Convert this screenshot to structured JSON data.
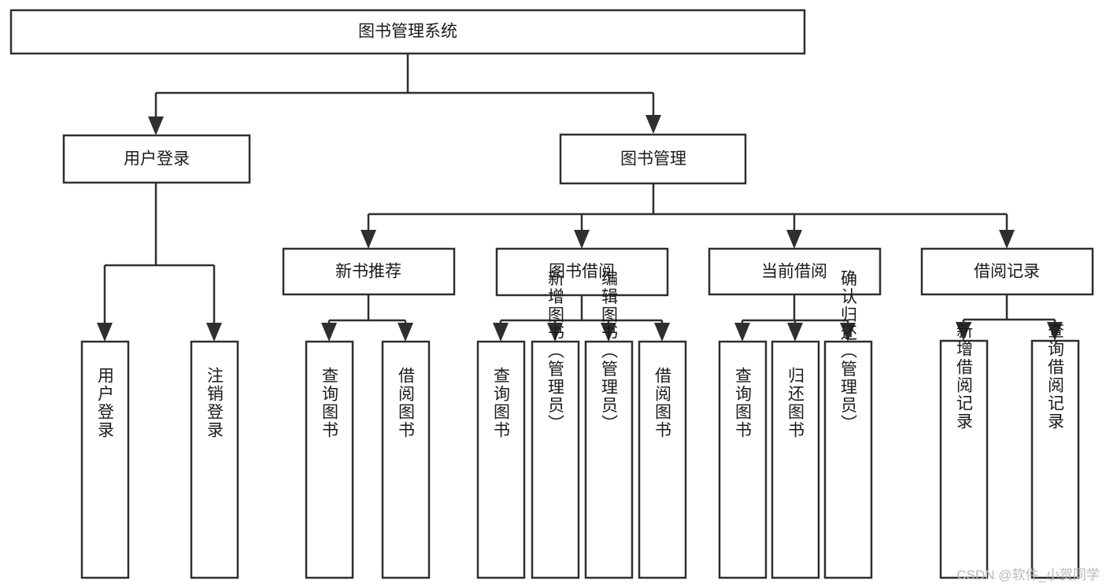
{
  "diagram": {
    "title": "图书管理系统",
    "type": "hierarchy-tree",
    "root": {
      "id": "root",
      "label": "图书管理系统"
    },
    "level1": [
      {
        "id": "user-login",
        "label": "用户登录"
      },
      {
        "id": "book-management",
        "label": "图书管理"
      }
    ],
    "level2": [
      {
        "id": "new-book-recommend",
        "label": "新书推荐",
        "parent": "book-management"
      },
      {
        "id": "book-borrow",
        "label": "图书借阅",
        "parent": "book-management"
      },
      {
        "id": "current-borrow",
        "label": "当前借阅",
        "parent": "book-management"
      },
      {
        "id": "borrow-record",
        "label": "借阅记录",
        "parent": "book-management"
      }
    ],
    "leaves": {
      "user-login": [
        {
          "id": "leaf-user-login",
          "label": "用户登录"
        },
        {
          "id": "leaf-user-logout",
          "label": "注销登录"
        }
      ],
      "new-book-recommend": [
        {
          "id": "leaf-query-book-1",
          "label": "查询图书"
        },
        {
          "id": "leaf-borrow-book-1",
          "label": "借阅图书"
        }
      ],
      "book-borrow": [
        {
          "id": "leaf-query-book-2",
          "label": "查询图书"
        },
        {
          "id": "leaf-add-book",
          "label": "新增图书（管理员）"
        },
        {
          "id": "leaf-edit-book",
          "label": "编辑图书（管理员）"
        },
        {
          "id": "leaf-borrow-book-2",
          "label": "借阅图书"
        }
      ],
      "current-borrow": [
        {
          "id": "leaf-query-book-3",
          "label": "查询图书"
        },
        {
          "id": "leaf-return-book",
          "label": "归还图书"
        },
        {
          "id": "leaf-confirm-return",
          "label": "确认归还（管理员）"
        }
      ],
      "borrow-record": [
        {
          "id": "leaf-add-record",
          "label": "新增借阅记录"
        },
        {
          "id": "leaf-query-record",
          "label": "查询借阅记录"
        }
      ]
    }
  },
  "watermark": {
    "text": "CSDN @软件_小贺同学"
  },
  "colors": {
    "stroke": "#2f2f2f",
    "box_fill": "#ffffff",
    "text": "#1a1a1a",
    "watermark": "#b9b9b9",
    "background": "#ffffff"
  }
}
